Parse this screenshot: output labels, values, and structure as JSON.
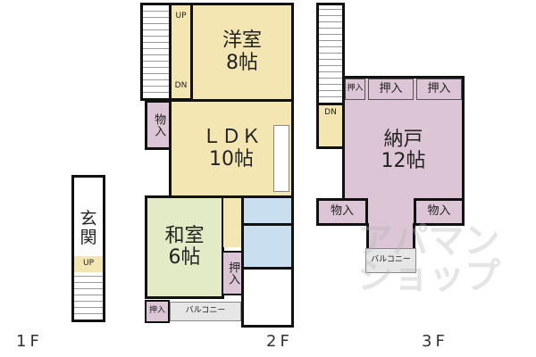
{
  "floors": {
    "f1": {
      "label": "1F",
      "genkan": "玄関",
      "up": "UP"
    },
    "f2": {
      "label": "2F",
      "up": "UP",
      "dn": "DN",
      "western": "洋室",
      "western_size": "8帖",
      "ldk": "ＬＤＫ",
      "ldk_size": "10帖",
      "storage1": "物入",
      "japanese": "和室",
      "japanese_size": "6帖",
      "closet1": "押入",
      "closet2": "押入",
      "balcony": "バルコニー"
    },
    "f3": {
      "label": "3F",
      "dn": "DN",
      "storeroom": "納戸",
      "storeroom_size": "12帖",
      "closet1": "押入",
      "closet2": "押入",
      "closet3": "押入",
      "storage1": "物入",
      "storage2": "物入",
      "balcony": "バルコニー"
    }
  },
  "watermark": "アパマンショップ"
}
